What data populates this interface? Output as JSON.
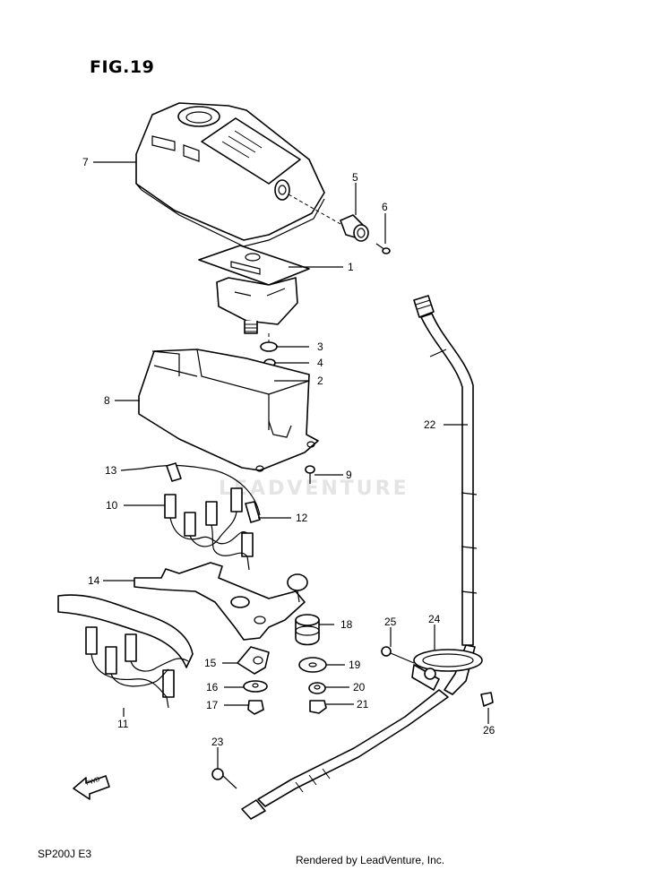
{
  "figure_title": "FIG.19",
  "callouts": {
    "c1": "1",
    "c2": "2",
    "c3": "3",
    "c4": "4",
    "c5": "5",
    "c6": "6",
    "c7": "7",
    "c8": "8",
    "c9": "9",
    "c10": "10",
    "c11": "11",
    "c12": "12",
    "c13": "13",
    "c14": "14",
    "c15": "15",
    "c16": "16",
    "c17": "17",
    "c18": "18",
    "c19": "19",
    "c20": "20",
    "c21": "21",
    "c22": "22",
    "c23": "23",
    "c24": "24",
    "c25": "25",
    "c26": "26"
  },
  "fwd_arrow_label": "FWD",
  "watermark": "LEADVENTURE",
  "footer": {
    "model": "SP200J  E3",
    "credit": "Rendered by LeadVenture, Inc."
  }
}
